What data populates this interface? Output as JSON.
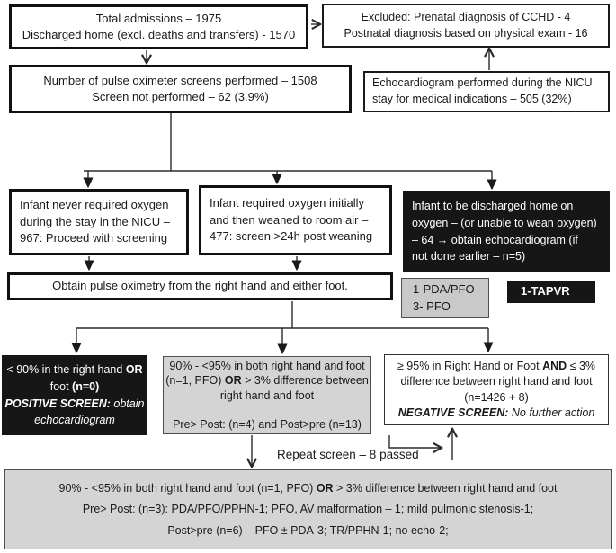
{
  "colors": {
    "node_black_bg": "#161616",
    "node_black_text": "#ffffff",
    "node_gray_bg": "#d4d4d4",
    "node_gray_border": "#4f4f4f",
    "node_white_border": "#111111",
    "arrow": "#2b2b2b"
  },
  "nodes": {
    "total_admissions": {
      "lines": [
        [
          "Total admissions – 1975"
        ],
        [
          "Discharged home (excl. deaths and transfers) - 1570"
        ]
      ]
    },
    "excluded": {
      "lines": [
        [
          "Excluded: Prenatal diagnosis of CCHD - 4"
        ],
        [
          "Postnatal diagnosis based on physical exam - 16"
        ]
      ]
    },
    "screens_performed": {
      "lines": [
        [
          "Number of pulse oximeter screens performed – 1508"
        ],
        [
          "Screen not performed – 62 (3.9%)"
        ]
      ]
    },
    "echocardiogram": {
      "lines": [
        [
          "Echocardiogram performed during the NICU"
        ],
        [
          "stay for medical indications – 505 (32%)"
        ]
      ]
    },
    "never_required_oxygen": {
      "lines": [
        [
          "Infant never required oxygen"
        ],
        [
          "during the stay in the NICU –"
        ],
        [
          "967: Proceed with screening"
        ]
      ]
    },
    "weaned_to_room_air": {
      "lines": [
        [
          "Infant required oxygen initially"
        ],
        [
          "and then weaned to room air –"
        ],
        [
          "477: screen >24h post weaning"
        ]
      ]
    },
    "discharged_on_oxygen": {
      "lines": [
        [
          "Infant to be discharged home on"
        ],
        [
          "oxygen – (or unable to wean oxygen)"
        ],
        [
          "– 64 → obtain echocardiogram (if"
        ],
        [
          "not done earlier – n=5)"
        ]
      ]
    },
    "obtain_pulse_oximetry": {
      "lines": [
        [
          "Obtain pulse oximetry from the right hand and either foot."
        ]
      ]
    },
    "pda_pfo": {
      "lines": [
        [
          "1-PDA/PFO"
        ],
        [
          "3- PFO"
        ]
      ]
    },
    "tapvr": {
      "lines": [
        [
          "1-TAPVR"
        ]
      ]
    },
    "positive_screen": {
      "lines": [
        [
          {
            "t": "< 90% in the right hand ",
            "b": false
          },
          {
            "t": "OR",
            "b": true
          }
        ],
        [
          {
            "t": "foot "
          },
          {
            "t": "(n=0)",
            "b": true
          }
        ],
        [
          {
            "t": "POSITIVE SCREEN:",
            "b": true,
            "i": true
          },
          {
            "t": " obtain",
            "i": true
          }
        ],
        [
          {
            "t": "echocardiogram",
            "i": true
          }
        ]
      ]
    },
    "borderline_screen": {
      "lines": [
        [
          "90% - <95% in both right hand and foot"
        ],
        [
          {
            "t": "(n=1, PFO) "
          },
          {
            "t": "OR",
            "b": true
          },
          {
            "t": " > 3% difference between"
          }
        ],
        [
          "right hand and foot"
        ],
        [
          ""
        ],
        [
          "Pre> Post: (n=4) and Post>pre (n=13)"
        ]
      ]
    },
    "negative_screen": {
      "lines": [
        [
          {
            "t": "≥ 95% in Right Hand or Foot "
          },
          {
            "t": "AND",
            "b": true
          },
          {
            "t": " ≤ 3%"
          }
        ],
        [
          "difference between right hand and foot"
        ],
        [
          "(n=1426 + 8)"
        ],
        [
          {
            "t": "NEGATIVE SCREEN:",
            "b": true,
            "i": true
          },
          {
            "t": " No further action",
            "i": true
          }
        ]
      ]
    },
    "repeat_results": {
      "lines": [
        [
          {
            "t": "90% - <95% in both right hand and foot (n=1, PFO) "
          },
          {
            "t": "OR",
            "b": true
          },
          {
            "t": " > 3% difference between right hand and foot"
          }
        ],
        [
          "Pre> Post: (n=3): PDA/PFO/PPHN-1; PFO, AV malformation – 1; mild pulmonic stenosis-1;"
        ],
        [
          "Post>pre (n=6) – PFO ± PDA-3; TR/PPHN-1; no echo-2;"
        ]
      ]
    }
  },
  "labels": {
    "repeat_screen": "Repeat screen – 8 passed"
  }
}
